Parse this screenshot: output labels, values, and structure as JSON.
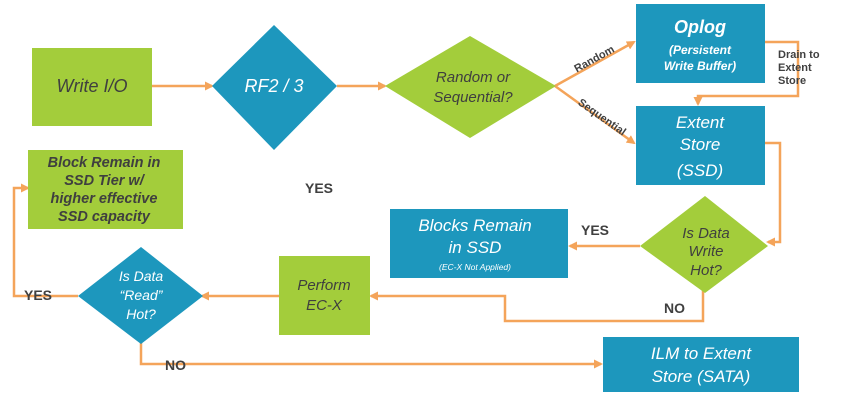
{
  "colors": {
    "green": "#a3cd3b",
    "blue": "#1d97bd",
    "arrow": "#f4a45a",
    "dark_text": "#3f3f3f",
    "light_text": "#ffffff"
  },
  "nodes": {
    "write_io": "Write I/O",
    "rf": "RF2 / 3",
    "random_seq": [
      "Random or",
      "Sequential?"
    ],
    "oplog_title": "Oplog",
    "oplog_sub": [
      "(Persistent",
      "Write Buffer)"
    ],
    "extent_ssd": [
      "Extent",
      "Store",
      "(SSD)"
    ],
    "write_hot": [
      "Is Data",
      "Write",
      "Hot?"
    ],
    "blocks_ssd": [
      "Blocks Remain",
      "in SSD"
    ],
    "blocks_ssd_note": "(EC-X Not Applied)",
    "perform_ecx": [
      "Perform",
      "EC-X"
    ],
    "read_hot": [
      "Is Data",
      "“Read”",
      "Hot?"
    ],
    "block_ssd_tier": [
      "Block Remain in",
      "SSD Tier w/",
      "higher effective",
      "SSD capacity"
    ],
    "ilm_sata": [
      "ILM to Extent",
      "Store (SATA)"
    ]
  },
  "edge_labels": {
    "random": "Random",
    "sequential": "Sequential",
    "drain": [
      "Drain to",
      "Extent",
      "Store"
    ],
    "yes_top": "YES",
    "yes_write_hot": "YES",
    "no_write_hot": "NO",
    "yes_read_hot": "YES",
    "no_read_hot": "NO"
  }
}
